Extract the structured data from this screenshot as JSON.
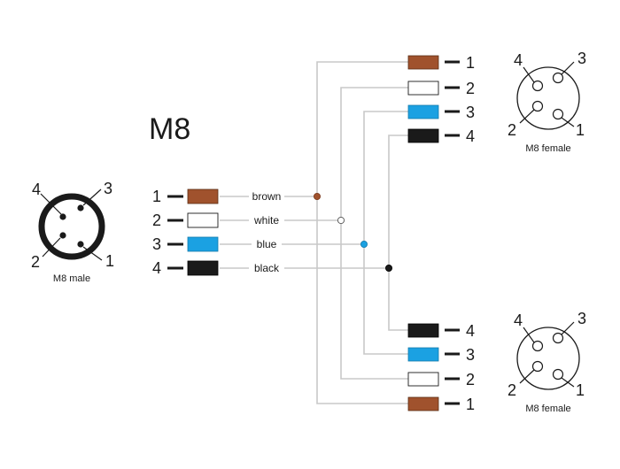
{
  "title": "M8",
  "colors": {
    "brown": "#a0522d",
    "white": "#ffffff",
    "blue": "#1ba1e2",
    "black": "#1a1a1a",
    "wire": "#c8c8c8"
  },
  "male_connector": {
    "caption": "M8 male",
    "pins": [
      {
        "label": "4"
      },
      {
        "label": "3"
      },
      {
        "label": "2"
      },
      {
        "label": "1"
      }
    ]
  },
  "left_wires": [
    {
      "pin": "1",
      "color": "brown",
      "label": "brown"
    },
    {
      "pin": "2",
      "color": "white",
      "label": "white"
    },
    {
      "pin": "3",
      "color": "blue",
      "label": "blue"
    },
    {
      "pin": "4",
      "color": "black",
      "label": "black"
    }
  ],
  "top_branch": [
    {
      "pin": "1",
      "color": "brown"
    },
    {
      "pin": "2",
      "color": "white"
    },
    {
      "pin": "3",
      "color": "blue"
    },
    {
      "pin": "4",
      "color": "black"
    }
  ],
  "bottom_branch": [
    {
      "pin": "4",
      "color": "black"
    },
    {
      "pin": "3",
      "color": "blue"
    },
    {
      "pin": "2",
      "color": "white"
    },
    {
      "pin": "1",
      "color": "brown"
    }
  ],
  "female_top": {
    "caption": "M8 female",
    "pins": [
      {
        "label": "4"
      },
      {
        "label": "3"
      },
      {
        "label": "2"
      },
      {
        "label": "1"
      }
    ]
  },
  "female_bottom": {
    "caption": "M8 female",
    "pins": [
      {
        "label": "4"
      },
      {
        "label": "3"
      },
      {
        "label": "2"
      },
      {
        "label": "1"
      }
    ]
  }
}
